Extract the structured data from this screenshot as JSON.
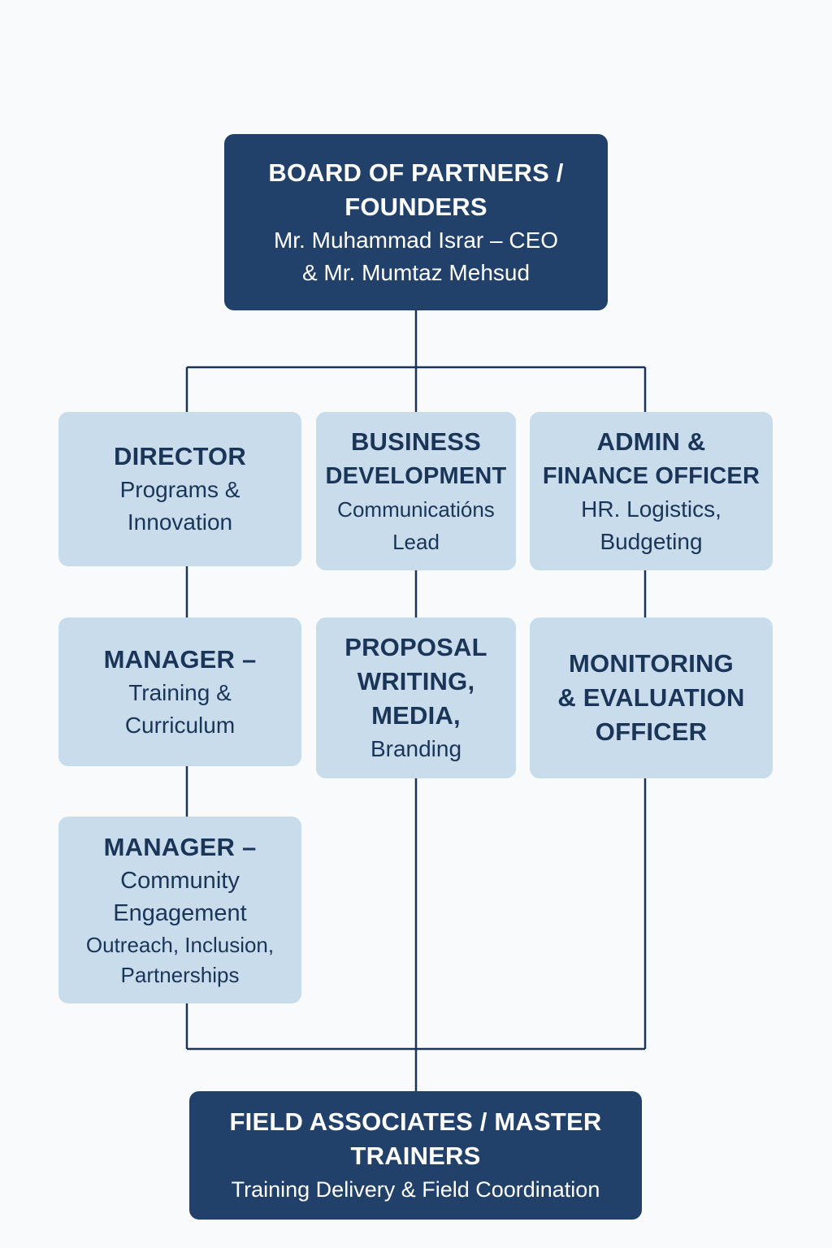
{
  "colors": {
    "dark_box": "#21416a",
    "light_box": "#c9dceb",
    "line": "#1b3558",
    "background": "#f9fafb"
  },
  "board": {
    "title": [
      "BOARD OF PARTNERS /",
      "FOUNDERS"
    ],
    "subtitle": [
      "Mr. Muhammad Israr – CEO",
      "& Mr. Mumtaz Mehsud"
    ]
  },
  "director": {
    "title": [
      "DIRECTOR"
    ],
    "subtitle": [
      "Programs &",
      "Innovation"
    ]
  },
  "business_development": {
    "title": [
      "BUSINESS",
      "DEVELOPMENT"
    ],
    "subtitle": [
      "Communicatións",
      "Lead"
    ]
  },
  "admin_finance": {
    "title": [
      "ADMIN &",
      "FINANCE OFFICER"
    ],
    "subtitle": [
      "HR. Logistics,",
      "Budgeting"
    ]
  },
  "manager_training": {
    "title": [
      "MANAGER –"
    ],
    "subtitle": [
      "Training &",
      "Curriculum"
    ]
  },
  "proposal_writing": {
    "title": [
      "PROPOSAL",
      "WRITING,",
      "MEDIA,"
    ],
    "subtitle": [
      "Branding"
    ]
  },
  "monitoring_evaluation": {
    "title": [
      "MONITORING",
      "& EVALUATION",
      "OFFICER"
    ]
  },
  "manager_community": {
    "title": [
      "MANAGER –"
    ],
    "subtitle": [
      "Community",
      "Engagement",
      "Outreach, Inclusion,",
      "Partnerships"
    ]
  },
  "field_associates": {
    "title": [
      "FIELD ASSOCIATES / MASTER",
      "TRAINERS"
    ],
    "subtitle": [
      "Training Delivery & Field Coordination"
    ]
  }
}
